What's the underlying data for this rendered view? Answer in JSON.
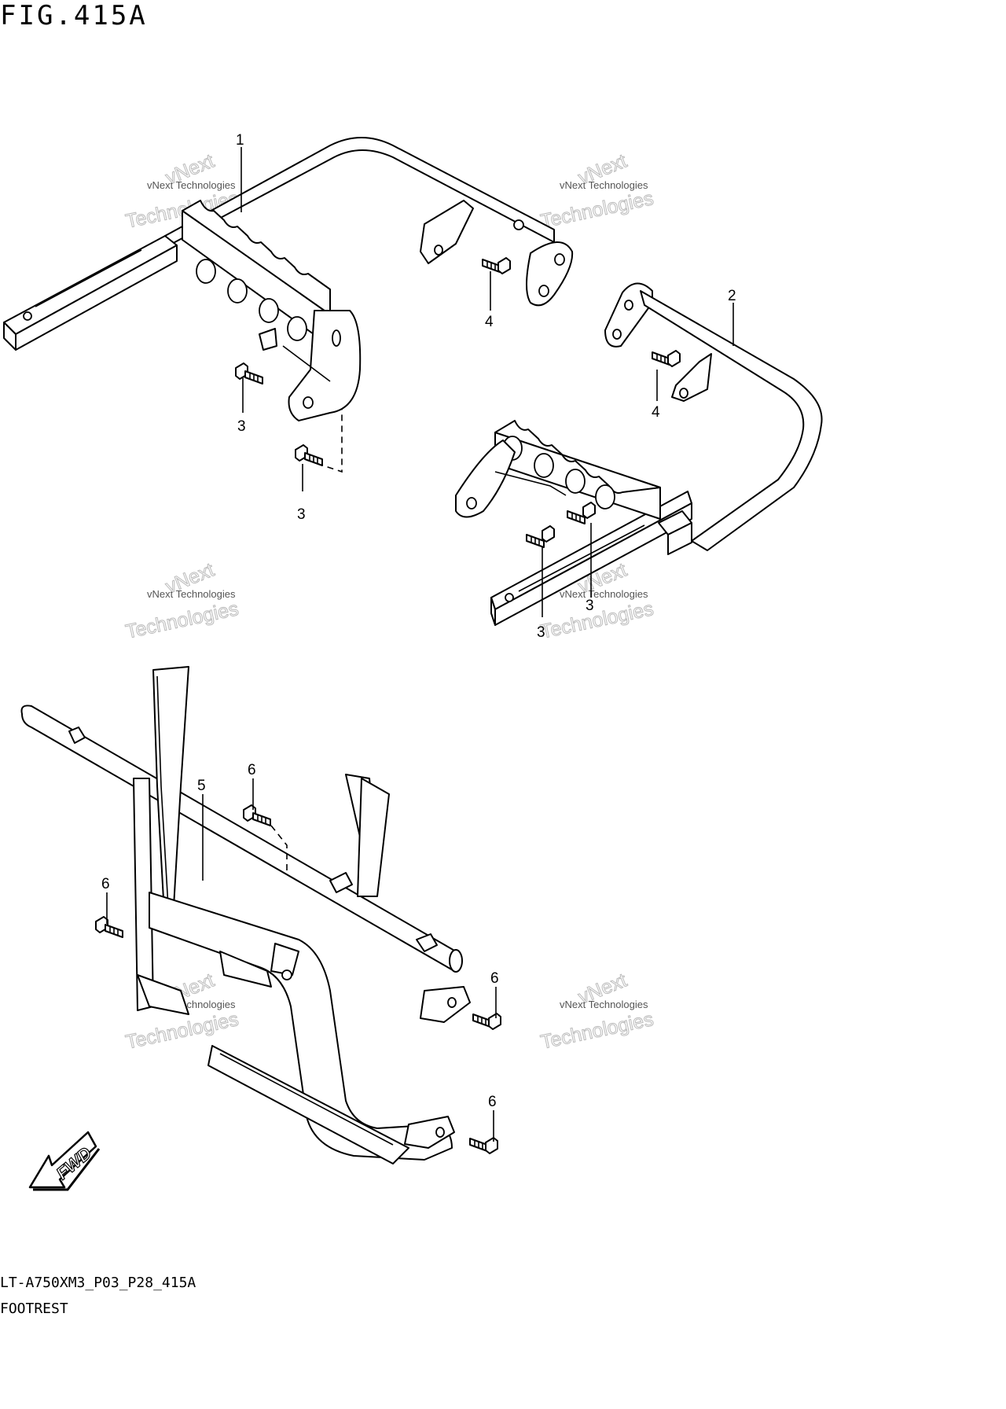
{
  "figure": {
    "title": "FIG.415A",
    "drawing_code": "LT-A750XM3_P03_P28_415A",
    "caption": "FOOTREST"
  },
  "callouts": {
    "footrest_left": "1",
    "footrest_right": "2",
    "bolt_3a": "3",
    "bolt_3b": "3",
    "bolt_3c": "3",
    "bolt_3d": "3",
    "bolt_4a": "4",
    "bolt_4b": "4",
    "frame": "5",
    "bolt_6a": "6",
    "bolt_6b": "6",
    "bolt_6c": "6",
    "bolt_6d": "6"
  },
  "direction_marker": "FWD",
  "watermark": {
    "small": "vNext Technologies",
    "large": "Technologies",
    "diagonal": "vNext"
  }
}
